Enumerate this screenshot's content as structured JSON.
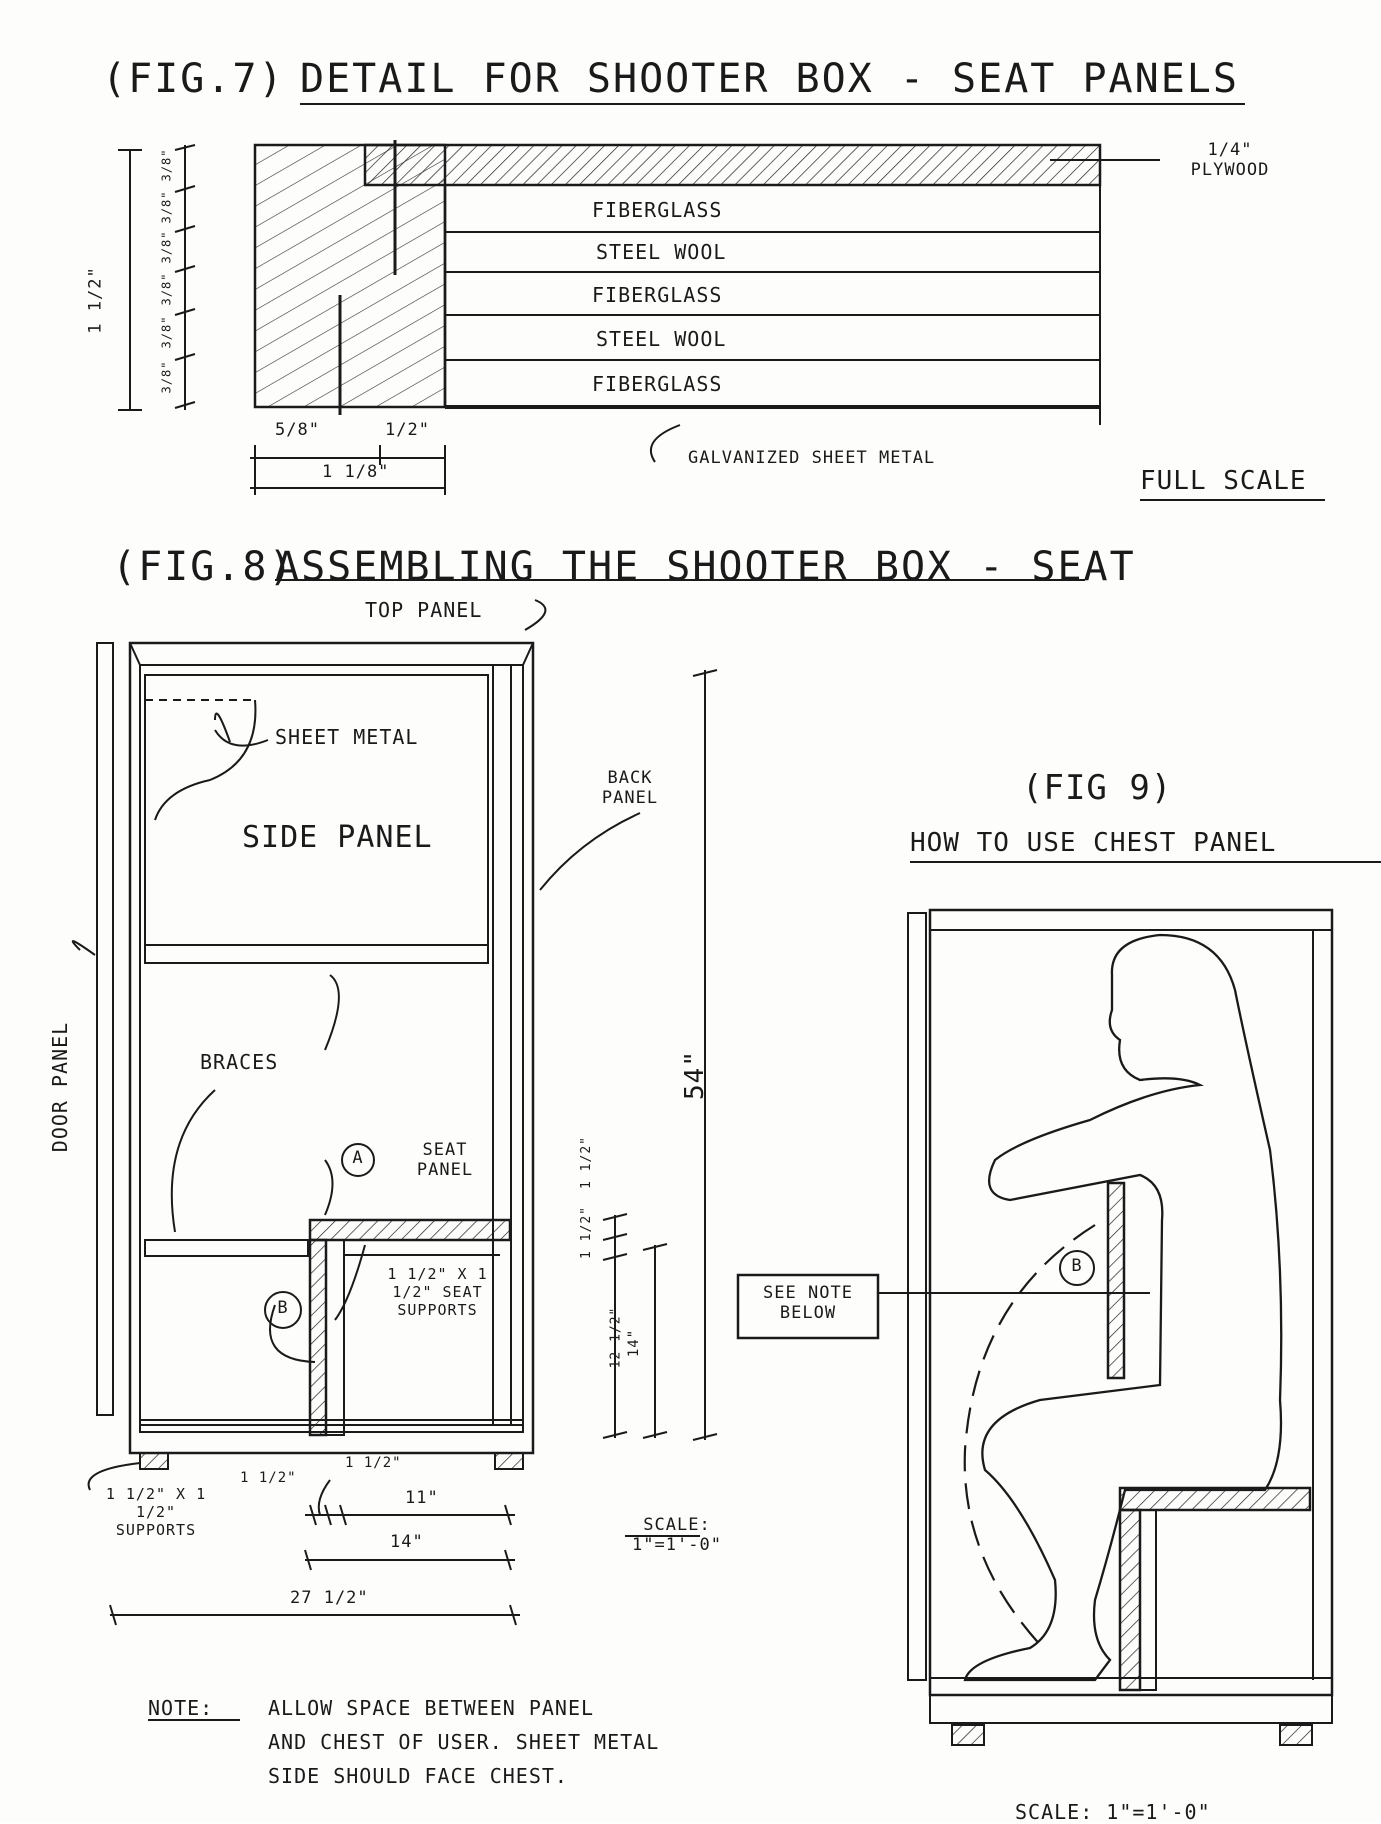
{
  "fig7": {
    "title_fig": "(FIG.7)",
    "title": "DETAIL FOR SHOOTER BOX - SEAT PANELS",
    "plywood": "1/4\" PLYWOOD",
    "layers": [
      "FIBERGLASS",
      "STEEL WOOL",
      "FIBERGLASS",
      "STEEL WOOL",
      "FIBERGLASS"
    ],
    "sheet_metal": "GALVANIZED SHEET METAL",
    "scale": "FULL SCALE",
    "height": "1 1/2\"",
    "left_ticks": [
      "3/8\"",
      "3/8\"",
      "3/8\"",
      "3/8\"",
      "3/8\"",
      "3/8\""
    ],
    "dim_a": "5/8\"",
    "dim_b": "1/2\"",
    "dim_total": "1 1/8\""
  },
  "fig8": {
    "title_fig": "(FIG.8)",
    "title": "ASSEMBLING THE SHOOTER BOX - SEAT",
    "top_panel": "TOP PANEL",
    "sheet_metal": "SHEET METAL",
    "side_panel": "SIDE PANEL",
    "back_panel": "BACK PANEL",
    "door_panel": "DOOR PANEL",
    "braces": "BRACES",
    "marker_a": "A",
    "marker_b": "B",
    "seat_panel": "SEAT PANEL",
    "seat_supports": "1 1/2\" x 1 1/2\" SEAT SUPPORTS",
    "supports": "1 1/2\" x 1 1/2\" SUPPORTS",
    "height": "54\"",
    "dim_seat_top": "1 1/2\"",
    "dim_seat_mid": "1 1/2\"",
    "dim_seat_low": "12 1/2\"",
    "dim_seat_total": "14\"",
    "dim_w1": "1 1/2\"",
    "dim_w2": "1 1/2\"",
    "dim_w3": "11\"",
    "dim_w4": "14\"",
    "dim_w5": "27 1/2\"",
    "scale": "SCALE: 1\"=1'-0\""
  },
  "fig9": {
    "title_fig": "(FIG 9)",
    "title": "HOW TO USE CHEST PANEL",
    "note_ref": "SEE NOTE BELOW",
    "marker_b": "B",
    "scale": "SCALE: 1\"=1'-0\""
  },
  "note": {
    "head": "NOTE:",
    "lines": [
      "ALLOW SPACE BETWEEN PANEL",
      "AND CHEST OF USER. SHEET METAL",
      "SIDE SHOULD FACE CHEST."
    ]
  }
}
